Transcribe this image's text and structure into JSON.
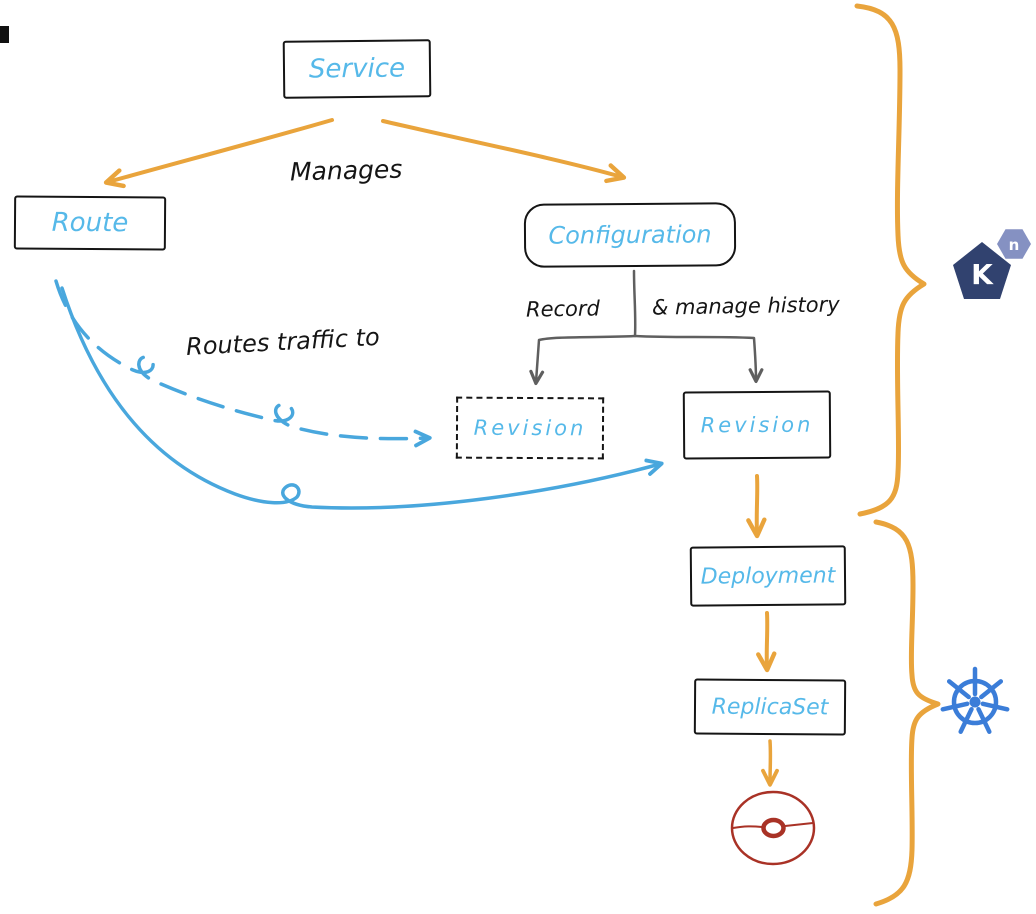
{
  "nodes": {
    "service": {
      "label": "Service"
    },
    "route": {
      "label": "Route"
    },
    "configuration": {
      "label": "Configuration"
    },
    "revision_dashed": {
      "label": "Revision"
    },
    "revision_solid": {
      "label": "Revision"
    },
    "deployment": {
      "label": "Deployment"
    },
    "replicaset": {
      "label": "ReplicaSet"
    }
  },
  "labels": {
    "manages": "Manages",
    "record": "Record",
    "manage_history": "& manage history",
    "routes_traffic_to": "Routes traffic to"
  },
  "logos": {
    "knative": {
      "letter_main": "K",
      "letter_small": "n"
    }
  },
  "icons": {
    "knative": "knative-logo",
    "kubernetes": "kubernetes-wheel-logo",
    "pod": "pod-icon"
  },
  "colors": {
    "orange": "#E9A43C",
    "blue": "#49A7DD",
    "box_text": "#56B9E9",
    "gray": "#5F5F5F",
    "ink": "#151515",
    "red": "#A93226",
    "knative_dark": "#31426F",
    "knative_light": "#8591C2",
    "k8s_blue": "#3B7DD8"
  }
}
